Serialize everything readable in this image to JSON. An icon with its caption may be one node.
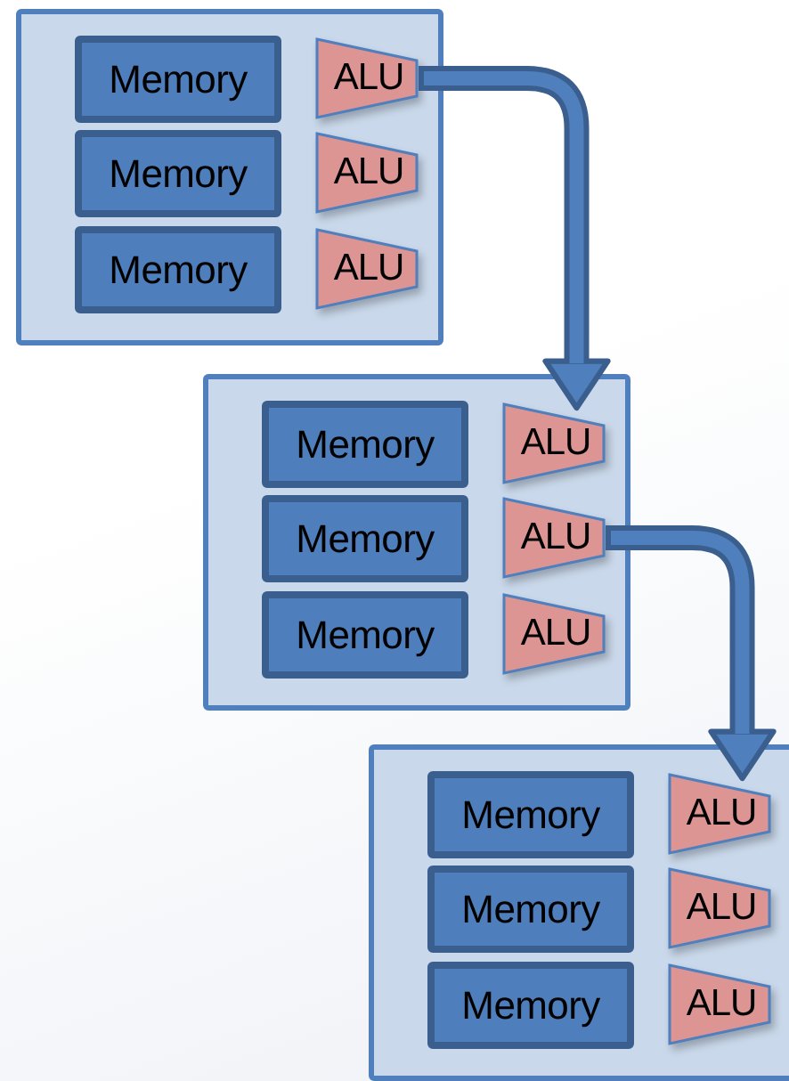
{
  "diagram": {
    "nodes": [
      {
        "text": [],
        "shape": "box"
      },
      {
        "text": [
          "Memory"
        ],
        "in": 0
      },
      {
        "text": [
          "ALU"
        ],
        "in": 0
      },
      {
        "text": [
          "Memory"
        ],
        "in": 0
      },
      {
        "text": [
          "ALU"
        ],
        "in": 0
      },
      {
        "text": [
          "Memory"
        ],
        "in": 0
      },
      {
        "text": [
          "ALU"
        ],
        "in": 0
      },
      {
        "text": [],
        "shape": "box"
      },
      {
        "text": [
          "Memory"
        ],
        "in": 7
      },
      {
        "text": [
          "ALU"
        ],
        "in": 7
      },
      {
        "text": [
          "Memory"
        ],
        "in": 7
      },
      {
        "text": [
          "ALU"
        ],
        "in": 7
      },
      {
        "text": [
          "Memory"
        ],
        "in": 7
      },
      {
        "text": [
          "ALU"
        ],
        "in": 7
      },
      {
        "text": [],
        "shape": "box"
      },
      {
        "text": [
          "Memory"
        ],
        "in": 14
      },
      {
        "text": [
          "ALU"
        ],
        "in": 14
      },
      {
        "text": [
          "Memory"
        ],
        "in": 14
      },
      {
        "text": [
          "ALU"
        ],
        "in": 14
      },
      {
        "text": [
          "Memory"
        ],
        "in": 14
      },
      {
        "text": [
          "ALU"
        ],
        "in": 14
      }
    ],
    "edges": [
      {
        "from": 2,
        "to": 9,
        "arrow": "to"
      },
      {
        "from": 11,
        "to": 16,
        "arrow": "to"
      }
    ]
  }
}
